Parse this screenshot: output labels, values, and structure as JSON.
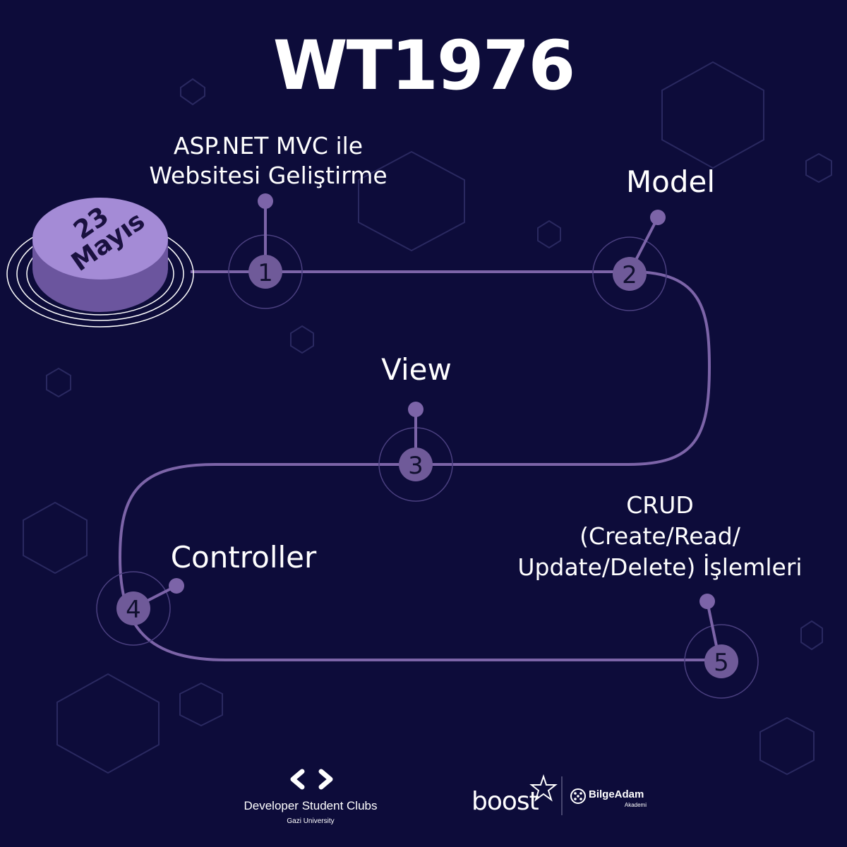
{
  "title": "WT1976",
  "date_badge": {
    "day": "23",
    "month": "Mayıs"
  },
  "steps": [
    {
      "number": "1",
      "label_lines": [
        "ASP.NET MVC ile",
        "Websitesi Geliştirme"
      ]
    },
    {
      "number": "2",
      "label_lines": [
        "Model"
      ]
    },
    {
      "number": "3",
      "label_lines": [
        "View"
      ]
    },
    {
      "number": "4",
      "label_lines": [
        "Controller"
      ]
    },
    {
      "number": "5",
      "label_lines": [
        "CRUD",
        "(Create/Read/",
        "Update/Delete) İşlemleri"
      ]
    }
  ],
  "footer": {
    "dsc_name": "Developer Student Clubs",
    "dsc_university": "Gazi University",
    "boost_logo": "boost",
    "bilgeadam_name": "BilgeAdam",
    "bilgeadam_sub": "Akademi"
  },
  "colors": {
    "background": "#0d0c3a",
    "path": "#7c64a8",
    "node": "#6f5a99",
    "badge": "#a48bd6"
  }
}
